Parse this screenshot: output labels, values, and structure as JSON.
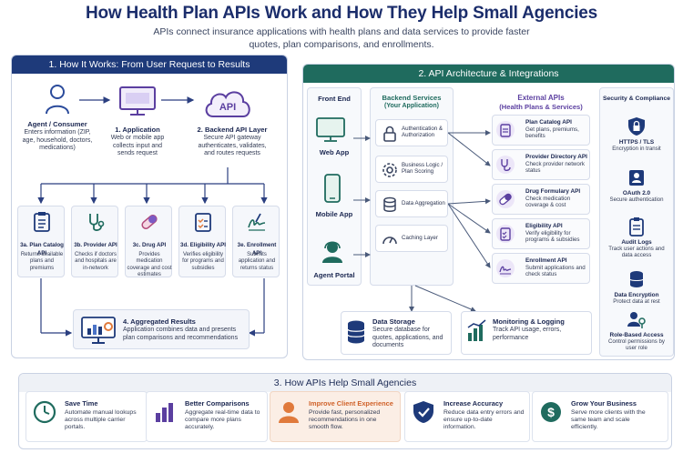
{
  "title": "How Health Plan APIs Work and How They Help Small Agencies",
  "subtitle": "APIs connect insurance applications with health plans and data services to provide faster quotes, plan comparisons, and enrollments.",
  "section1": {
    "heading": "1. How It Works: From User Request to Results",
    "agent": {
      "label": "Agent / Consumer",
      "desc": "Enters information (ZIP, age, household, doctors, medications)"
    },
    "application": {
      "label": "1. Application",
      "desc": "Web or mobile app collects input and sends request"
    },
    "backend": {
      "label": "2. Backend API Layer",
      "desc": "Secure API gateway authenticates, validates, and routes requests",
      "badge": "API"
    },
    "apis": [
      {
        "label": "3a. Plan Catalog API",
        "desc": "Returns available plans and premiums"
      },
      {
        "label": "3b. Provider API",
        "desc": "Checks if doctors and hospitals are in-network"
      },
      {
        "label": "3c. Drug API",
        "desc": "Provides medication coverage and cost estimates"
      },
      {
        "label": "3d. Eligibility API",
        "desc": "Verifies eligibility for programs and subsidies"
      },
      {
        "label": "3e. Enrollment API",
        "desc": "Submits application and returns status"
      }
    ],
    "results": {
      "label": "4. Aggregated Results",
      "desc": "Application combines data and presents plan comparisons and recommendations"
    }
  },
  "section2": {
    "heading": "2. API Architecture & Integrations",
    "frontend": {
      "label": "Front End",
      "items": [
        "Web App",
        "Mobile App",
        "Agent Portal"
      ]
    },
    "backend": {
      "label": "Backend Services",
      "sublabel": "(Your Application)",
      "items": [
        "Authentication & Authorization",
        "Business Logic / Plan Scoring",
        "Data Aggregation",
        "Caching Layer"
      ]
    },
    "external": {
      "label": "External APIs",
      "sublabel": "(Health Plans & Services)",
      "items": [
        {
          "label": "Plan Catalog API",
          "desc": "Get plans, premiums, benefits"
        },
        {
          "label": "Provider Directory API",
          "desc": "Check provider network status"
        },
        {
          "label": "Drug Formulary API",
          "desc": "Check medication coverage & cost"
        },
        {
          "label": "Eligibility API",
          "desc": "Verify eligibility for programs & subsidies"
        },
        {
          "label": "Enrollment API",
          "desc": "Submit applications and check status"
        }
      ]
    },
    "storage": {
      "label": "Data Storage",
      "desc": "Secure database for quotes, applications, and documents"
    },
    "monitoring": {
      "label": "Monitoring & Logging",
      "desc": "Track API usage, errors, performance"
    },
    "security": {
      "label": "Security & Compliance",
      "items": [
        {
          "label": "HTTPS / TLS",
          "desc": "Encryption in transit"
        },
        {
          "label": "OAuth 2.0",
          "desc": "Secure authentication"
        },
        {
          "label": "Audit Logs",
          "desc": "Track user actions and data access"
        },
        {
          "label": "Data Encryption",
          "desc": "Protect data at rest"
        },
        {
          "label": "Role-Based Access",
          "desc": "Control permissions by user role"
        }
      ]
    }
  },
  "section3": {
    "heading": "3. How APIs Help Small Agencies",
    "benefits": [
      {
        "label": "Save Time",
        "desc": "Automate manual lookups across multiple carrier portals."
      },
      {
        "label": "Better Comparisons",
        "desc": "Aggregate real-time data to compare more plans accurately."
      },
      {
        "label": "Improve Client Experience",
        "desc": "Provide fast, personalized recommendations in one smooth flow."
      },
      {
        "label": "Increase Accuracy",
        "desc": "Reduce data entry errors and ensure up-to-date information."
      },
      {
        "label": "Grow Your Business",
        "desc": "Serve more clients with the same team and scale efficiently."
      }
    ]
  },
  "colors": {
    "navy": "#1e3a7a",
    "teal": "#1f6b5e",
    "purple": "#5b3fa0",
    "orange": "#e07a3c"
  }
}
